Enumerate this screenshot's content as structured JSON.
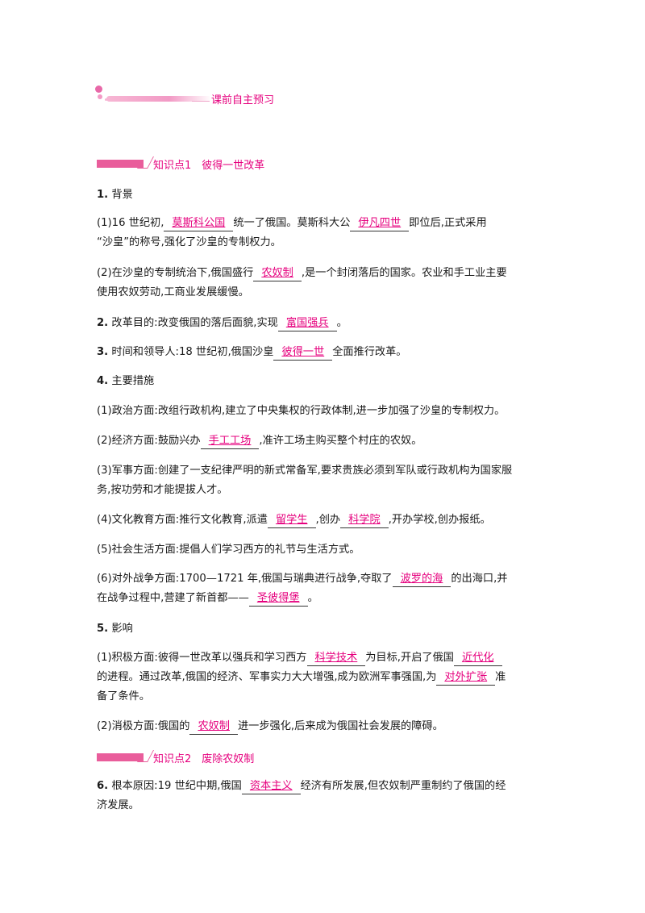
{
  "section_title": "课前自主预习",
  "kp1": "知识点1　彼得一世改革",
  "kp2": "知识点2　废除农奴制",
  "p1_title_num": "1.",
  "p1_title": " 背景",
  "p1_1_a": "(1)16 世纪初,",
  "p1_1_ans1": "莫斯科公国",
  "p1_1_b": "统一了俄国。莫斯科大公",
  "p1_1_ans2": "伊凡四世",
  "p1_1_c": "即位后,正式采用",
  "p1_1_d": "“沙皇”的称号,强化了沙皇的专制权力。",
  "p1_2_a": "(2)在沙皇的专制统治下,俄国盛行",
  "p1_2_ans": "农奴制",
  "p1_2_b": ",是一个封闭落后的国家。农业和手工业主要",
  "p1_2_c": "使用农奴劳动,工商业发展缓慢。",
  "p2_num": "2.",
  "p2_a": " 改革目的:改变俄国的落后面貌,实现",
  "p2_ans": "富国强兵",
  "p2_b": "。",
  "p3_num": "3.",
  "p3_a": " 时间和领导人:18 世纪初,俄国沙皇",
  "p3_ans": "彼得一世",
  "p3_b": "全面推行改革。",
  "p4_num": "4.",
  "p4_title": " 主要措施",
  "p4_1": "(1)政治方面:改组行政机构,建立了中央集权的行政体制,进一步加强了沙皇的专制权力。",
  "p4_2_a": "(2)经济方面:鼓励兴办",
  "p4_2_ans": "手工工场",
  "p4_2_b": ",准许工场主购买整个村庄的农奴。",
  "p4_3_a": "(3)军事方面:创建了一支纪律严明的新式常备军,要求贵族必须到军队或行政机构为国家服",
  "p4_3_b": "务,按功劳和才能提拔人才。",
  "p4_4_a": "(4)文化教育方面:推行文化教育,派遣",
  "p4_4_ans1": "留学生",
  "p4_4_b": ",创办",
  "p4_4_ans2": "科学院",
  "p4_4_c": ",开办学校,创办报纸。",
  "p4_5": "(5)社会生活方面:提倡人们学习西方的礼节与生活方式。",
  "p4_6_a": "(6)对外战争方面:1700—1721 年,俄国与瑞典进行战争,夺取了",
  "p4_6_ans1": "波罗的海",
  "p4_6_b": "的出海口,并",
  "p4_6_c": "在战争过程中,营建了新首都——",
  "p4_6_ans2": "圣彼得堡",
  "p4_6_d": "。",
  "p5_num": "5.",
  "p5_title": " 影响",
  "p5_1_a": "(1)积极方面:彼得一世改革以强兵和学习西方",
  "p5_1_ans1": "科学技术",
  "p5_1_b": "为目标,开启了俄国",
  "p5_1_ans2": "近代化",
  "p5_1_c": "的进程。通过改革,俄国的经济、军事实力大大增强,成为欧洲军事强国,为",
  "p5_1_ans3": "对外扩张",
  "p5_1_d": "准",
  "p5_1_e": "备了条件。",
  "p5_2_a": "(2)消极方面:俄国的",
  "p5_2_ans": "农奴制",
  "p5_2_b": "进一步强化,后来成为俄国社会发展的障碍。",
  "p6_num": "6.",
  "p6_a": " 根本原因:19 世纪中期,俄国",
  "p6_ans": "资本主义",
  "p6_b": "经济有所发展,但农奴制严重制约了俄国的经",
  "p6_c": "济发展。",
  "colors": {
    "accent": "#e6007e",
    "tag": "#e95d9b"
  }
}
